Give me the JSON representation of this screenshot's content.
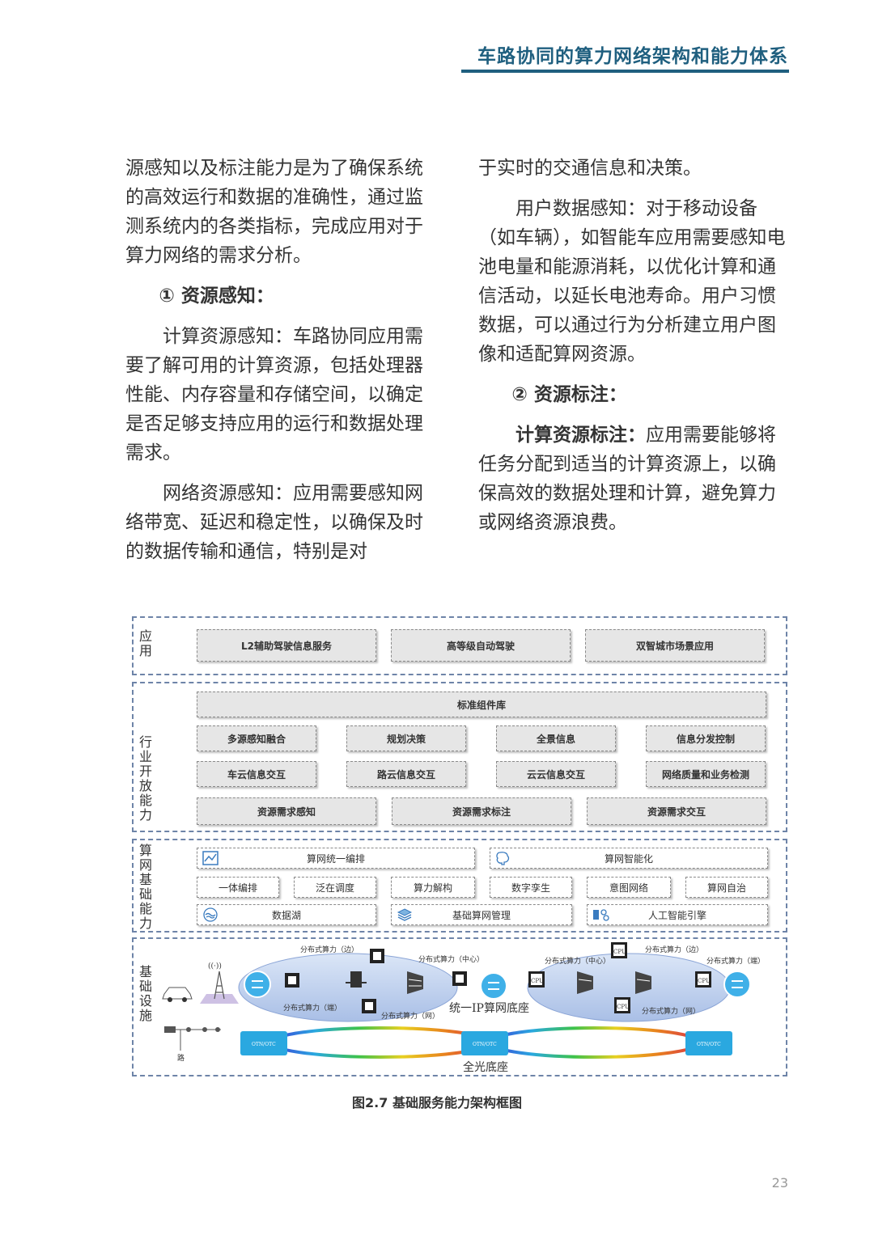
{
  "header": {
    "title": "车路协同的算力网络架构和能力体系"
  },
  "left_column": {
    "p1": "源感知以及标注能力是为了确保系统的高效运行和数据的准确性，通过监测系统内的各类指标，完成应用对于算力网络的需求分析。",
    "heading1": "① 资源感知：",
    "p2": "计算资源感知：车路协同应用需要了解可用的计算资源，包括处理器性能、内存容量和存储空间，以确定是否足够支持应用的运行和数据处理需求。",
    "p3": "网络资源感知：应用需要感知网络带宽、延迟和稳定性，以确保及时的数据传输和通信，特别是对"
  },
  "right_column": {
    "p1": "于实时的交通信息和决策。",
    "p2": "用户数据感知：对于移动设备（如车辆），如智能车应用需要感知电池电量和能源消耗，以优化计算和通信活动，以延长电池寿命。用户习惯数据，可以通过行为分析建立用户图像和适配算网资源。",
    "heading2": "② 资源标注：",
    "p3_bold": "计算资源标注：",
    "p3_rest": "应用需要能够将任务分配到适当的计算资源上，以确保高效的数据处理和计算，避免算力或网络资源浪费。"
  },
  "figure": {
    "layers": {
      "app": "应用",
      "industry": "行业开放能力",
      "base": "算网基础能力",
      "infra": "基础设施"
    },
    "app_boxes": [
      "L2辅助驾驶信息服务",
      "高等级自动驾驶",
      "双智城市场景应用"
    ],
    "industry": {
      "library": "标准组件库",
      "row1": [
        "多源感知融合",
        "规划决策",
        "全景信息",
        "信息分发控制"
      ],
      "row2": [
        "车云信息交互",
        "路云信息交互",
        "云云信息交互",
        "网络质量和业务检测"
      ],
      "row3": [
        "资源需求感知",
        "资源需求标注",
        "资源需求交互"
      ]
    },
    "base": {
      "orchestration": "算网统一编排",
      "intelligence": "算网智能化",
      "row2": [
        "一体编排",
        "泛在调度",
        "算力解构",
        "数字孪生",
        "意图网络",
        "算网自治"
      ],
      "datalake": "数据湖",
      "mgmt": "基础算网管理",
      "ai": "人工智能引擎"
    },
    "infra": {
      "edge_top_left": "分布式算力（边）",
      "center_left": "分布式算力（中心）",
      "end_left": "分布式算力（端）",
      "net_left": "分布式算力（网）",
      "center_right": "分布式算力（中心）",
      "edge_top_right": "分布式算力（边）",
      "end_right": "分布式算力（端）",
      "net_right": "分布式算力（网）",
      "ip_base": "统一IP算网底座",
      "optical_base": "全光底座",
      "road": "路",
      "otn": "OTN/OTC",
      "cpu": "CPU",
      "antenna": "((·))"
    }
  },
  "caption": "图2.7 基础服务能力架构框图",
  "page_number": "23"
}
